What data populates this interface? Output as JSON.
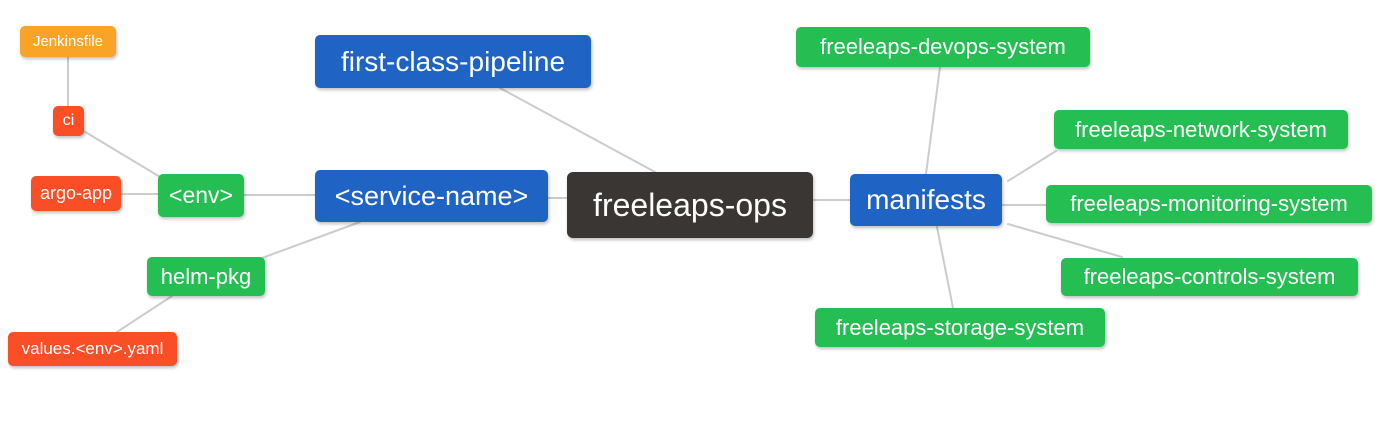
{
  "diagram": {
    "kind": "mindmap",
    "root_label": "freeleaps-ops"
  },
  "colors": {
    "root_bg": "#3a3633",
    "branch_bg": "#1f63c4",
    "green_bg": "#24be53",
    "red_bg": "#fa4e26",
    "orange_bg": "#f9a426",
    "edge": "#cccccc",
    "text": "#ffffff",
    "background": "#ffffff"
  },
  "nodes": {
    "root": {
      "label": "freeleaps-ops"
    },
    "first_class_pipeline": {
      "label": "first-class-pipeline"
    },
    "service_name": {
      "label": "<service-name>"
    },
    "manifests": {
      "label": "manifests"
    },
    "env": {
      "label": "<env>"
    },
    "helm_pkg": {
      "label": "helm-pkg"
    },
    "ci": {
      "label": "ci"
    },
    "jenkinsfile": {
      "label": "Jenkinsfile"
    },
    "argo_app": {
      "label": "argo-app"
    },
    "values_env_yaml": {
      "label": "values.<env>.yaml"
    },
    "devops_system": {
      "label": "freeleaps-devops-system"
    },
    "network_system": {
      "label": "freeleaps-network-system"
    },
    "monitoring_system": {
      "label": "freeleaps-monitoring-system"
    },
    "controls_system": {
      "label": "freeleaps-controls-system"
    },
    "storage_system": {
      "label": "freeleaps-storage-system"
    }
  },
  "edges": [
    {
      "from": "jenkinsfile",
      "to": "ci"
    },
    {
      "from": "ci",
      "to": "env"
    },
    {
      "from": "argo_app",
      "to": "env"
    },
    {
      "from": "env",
      "to": "service_name"
    },
    {
      "from": "helm_pkg",
      "to": "service_name"
    },
    {
      "from": "values_env_yaml",
      "to": "helm_pkg"
    },
    {
      "from": "first_class_pipeline",
      "to": "root"
    },
    {
      "from": "service_name",
      "to": "root"
    },
    {
      "from": "root",
      "to": "manifests"
    },
    {
      "from": "manifests",
      "to": "devops_system"
    },
    {
      "from": "manifests",
      "to": "network_system"
    },
    {
      "from": "manifests",
      "to": "monitoring_system"
    },
    {
      "from": "manifests",
      "to": "controls_system"
    },
    {
      "from": "manifests",
      "to": "storage_system"
    }
  ]
}
